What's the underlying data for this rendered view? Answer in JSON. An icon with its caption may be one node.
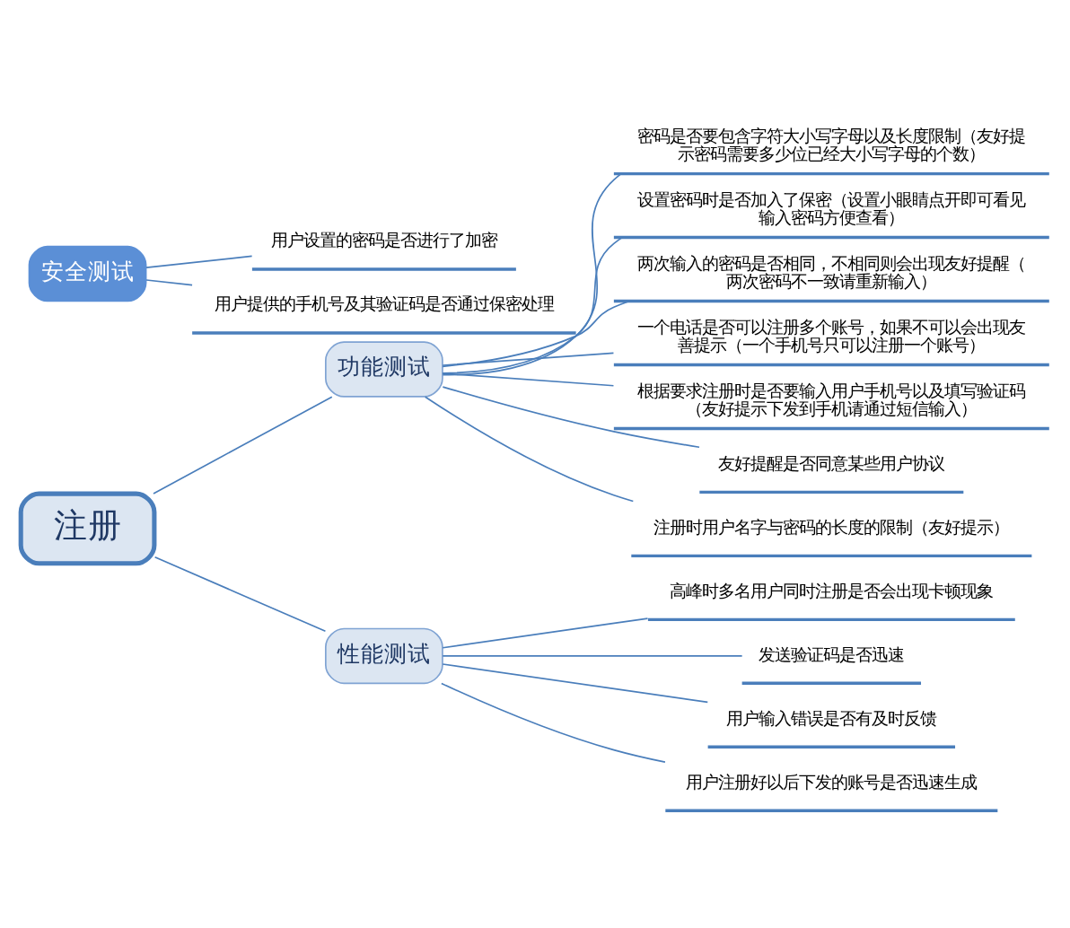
{
  "diagram": {
    "nodes": [
      {
        "text": [
          "注册"
        ]
      },
      {
        "text": [
          "功能测试"
        ]
      },
      {
        "text": [
          "密码是否要包含字符大小写字母以及长度限制（友好提示密码需要多少位已经大小写字母的个数）"
        ]
      },
      {
        "text": [
          "设置密码时是否加入了保密（设置小眼睛点开即可看见输入密码方便查看）"
        ]
      },
      {
        "text": [
          "两次输入的密码是否相同，不相同则会出现友好提醒（两次密码不一致请重新输入）"
        ]
      },
      {
        "text": [
          "一个电话是否可以注册多个账号，如果不可以会出现友善提示（一个手机号只可以注册一个账号）"
        ]
      },
      {
        "text": [
          "根据要求注册时是否要输入用户手机号以及填写验证码（友好提示下发到手机请通过短信输入）"
        ]
      },
      {
        "text": [
          "友好提醒是否同意某些用户协议"
        ]
      },
      {
        "text": [
          "注册时用户名字与密码的长度的限制（友好提示）"
        ]
      },
      {
        "text": [
          "性能测试"
        ]
      },
      {
        "text": [
          "高峰时多名用户同时注册是否会出现卡顿现象"
        ]
      },
      {
        "text": [
          "发送验证码是否迅速"
        ]
      },
      {
        "text": [
          "用户输入错误是否有及时反馈"
        ]
      },
      {
        "text": [
          "用户注册好以后下发的账号是否迅速生成"
        ]
      },
      {
        "text": [
          "安全测试"
        ]
      },
      {
        "text": [
          "用户设置的密码是否进行了加密"
        ]
      },
      {
        "text": [
          "用户提供的手机号及其验证码是否通过保密处理"
        ]
      }
    ],
    "edges": [
      {
        "from": 0,
        "to": 1,
        "arrow": "none"
      },
      {
        "from": 1,
        "to": 2,
        "arrow": "none"
      },
      {
        "from": 1,
        "to": 3,
        "arrow": "none"
      },
      {
        "from": 1,
        "to": 4,
        "arrow": "none"
      },
      {
        "from": 1,
        "to": 5,
        "arrow": "none"
      },
      {
        "from": 1,
        "to": 6,
        "arrow": "none"
      },
      {
        "from": 1,
        "to": 7,
        "arrow": "none"
      },
      {
        "from": 1,
        "to": 8,
        "arrow": "none"
      },
      {
        "from": 0,
        "to": 9,
        "arrow": "none"
      },
      {
        "from": 9,
        "to": 10,
        "arrow": "none"
      },
      {
        "from": 9,
        "to": 11,
        "arrow": "none"
      },
      {
        "from": 9,
        "to": 12,
        "arrow": "none"
      },
      {
        "from": 9,
        "to": 13,
        "arrow": "none"
      },
      {
        "from": 14,
        "to": 15,
        "arrow": "none"
      },
      {
        "from": 14,
        "to": 16,
        "arrow": "none"
      }
    ]
  }
}
